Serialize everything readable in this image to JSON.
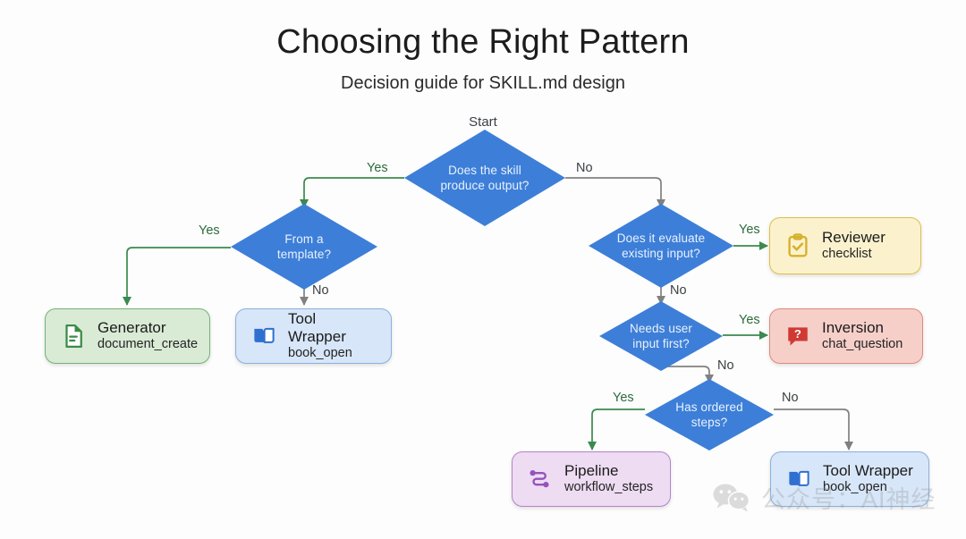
{
  "header": {
    "title": "Choosing the Right Pattern",
    "subtitle": "Decision guide for SKILL.md design"
  },
  "flow": {
    "start_label": "Start",
    "decisions": [
      {
        "id": "produce-output",
        "line1": "Does the skill",
        "line2": "produce output?"
      },
      {
        "id": "from-template",
        "line1": "From a",
        "line2": "template?"
      },
      {
        "id": "evaluate-input",
        "line1": "Does it evaluate",
        "line2": "existing input?"
      },
      {
        "id": "needs-user-input",
        "line1": "Needs user",
        "line2": "input first?"
      },
      {
        "id": "ordered-steps",
        "line1": "Has ordered",
        "line2": "steps?"
      }
    ],
    "outcomes": [
      {
        "id": "generator",
        "title": "Generator",
        "sub": "document_create",
        "icon": "document-icon",
        "color": "#d9ead5"
      },
      {
        "id": "tool-wrapper-1",
        "title": "Tool Wrapper",
        "sub": "book_open",
        "icon": "book-open-icon",
        "color": "#d7e6f8"
      },
      {
        "id": "reviewer",
        "title": "Reviewer",
        "sub": "checklist",
        "icon": "clipboard-check-icon",
        "color": "#fbf2cd"
      },
      {
        "id": "inversion",
        "title": "Inversion",
        "sub": "chat_question",
        "icon": "chat-question-icon",
        "color": "#f6cfc9"
      },
      {
        "id": "pipeline",
        "title": "Pipeline",
        "sub": "workflow_steps",
        "icon": "workflow-icon",
        "color": "#eedcf2"
      },
      {
        "id": "tool-wrapper-2",
        "title": "Tool Wrapper",
        "sub": "book_open",
        "icon": "book-open-icon",
        "color": "#d7e6f8"
      }
    ],
    "edge_labels": {
      "start_yes": "Yes",
      "start_no": "No",
      "template_yes": "Yes",
      "template_no": "No",
      "evaluate_yes": "Yes",
      "evaluate_no": "No",
      "needs_input_yes": "Yes",
      "needs_input_no": "No",
      "ordered_yes": "Yes",
      "ordered_no": "No"
    },
    "colors": {
      "decision_fill": "#3d7fd8",
      "yes_edge": "#3a8a4d",
      "no_edge": "#808080"
    }
  },
  "watermark": {
    "text": "公众号：AI神经",
    "icon": "wechat-icon"
  }
}
